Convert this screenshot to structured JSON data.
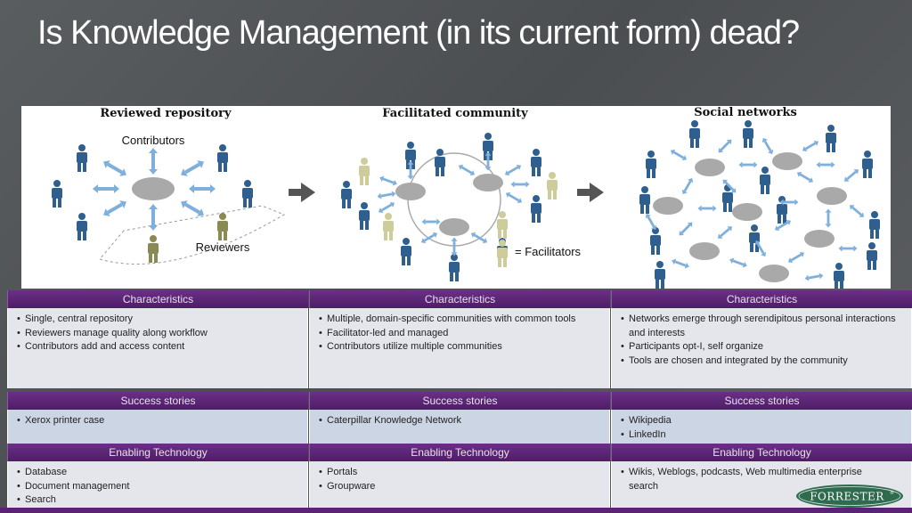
{
  "title": "Is Knowledge Management (in its current form) dead?",
  "diagram": {
    "panels": [
      {
        "title": "Reviewed repository",
        "labels": {
          "contributors": "Contributors",
          "reviewers": "Reviewers"
        }
      },
      {
        "title": "Facilitated community",
        "labels": {
          "facilitators": "= Facilitators"
        }
      },
      {
        "title": "Social networks"
      }
    ],
    "colors": {
      "person": "#2f5f8f",
      "reviewer": "#8a8a55",
      "facilitator": "#cfcc9c",
      "hub": "#a9a9a9",
      "arrow": "#7fb0dc",
      "transition_arrow": "#555555"
    }
  },
  "columns": [
    {
      "characteristics_header": "Characteristics",
      "characteristics": [
        "Single, central repository",
        "Reviewers manage quality along workflow",
        "Contributors add and access content"
      ],
      "success_header": "Success stories",
      "success": [
        "Xerox printer case"
      ],
      "tech_header": "Enabling Technology",
      "tech": [
        "Database",
        "Document management",
        "Search"
      ]
    },
    {
      "characteristics_header": "Characteristics",
      "characteristics": [
        "Multiple, domain-specific communities with common tools",
        "Facilitator-led and managed",
        "Contributors utilize multiple communities"
      ],
      "success_header": "Success stories",
      "success": [
        "Caterpillar Knowledge Network"
      ],
      "tech_header": "Enabling Technology",
      "tech": [
        "Portals",
        "Groupware"
      ]
    },
    {
      "characteristics_header": "Characteristics",
      "characteristics": [
        "Networks emerge through serendipitous personal interactions and interests",
        "Participants opt-I, self organize",
        "Tools are chosen and integrated by the community"
      ],
      "success_header": "Success stories",
      "success": [
        "Wikipedia",
        "LinkedIn"
      ],
      "tech_header": "Enabling Technology",
      "tech": [
        "Wikis, Weblogs, podcasts, Web multimedia enterprise search"
      ]
    }
  ],
  "logo": {
    "text": "FORRESTER",
    "mark": "®"
  }
}
